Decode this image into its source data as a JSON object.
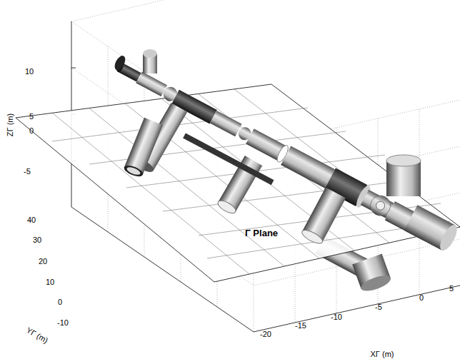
{
  "diagram": {
    "labels": [
      "10",
      "5",
      "0",
      "-5",
      "ZΓ (m)",
      "40",
      "30",
      "20",
      "10",
      "0",
      "-10",
      "YΓ (m)",
      "-20",
      "-15",
      "-10",
      "-5",
      "0",
      "5",
      "XΓ (m)",
      "Γ Plane"
    ]
  }
}
